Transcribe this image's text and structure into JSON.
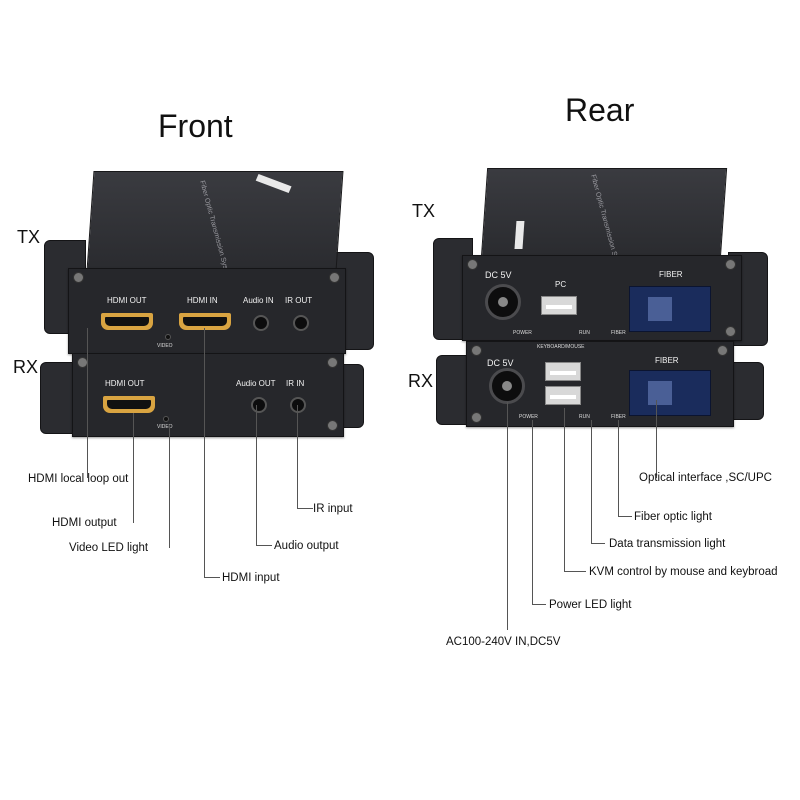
{
  "titles": {
    "front": "Front",
    "rear": "Rear"
  },
  "sides": {
    "front_tx": "TX",
    "front_rx": "RX",
    "rear_tx": "TX",
    "rear_rx": "RX"
  },
  "device_top_text": "Fiber Optic Transmission System",
  "front_labels": {
    "tx_hdmi_out": "HDMI OUT",
    "tx_hdmi_in": "HDMI IN",
    "tx_audio_in": "Audio IN",
    "tx_ir_out": "IR OUT",
    "tx_video": "VIDEO",
    "rx_hdmi_out": "HDMI OUT",
    "rx_audio_out": "Audio OUT",
    "rx_ir_in": "IR IN",
    "rx_video": "VIDEO"
  },
  "rear_labels": {
    "tx_dc": "DC 5V",
    "tx_pc": "PC",
    "tx_fiber": "FIBER",
    "tx_power": "POWER",
    "tx_run": "RUN",
    "tx_fiber_led": "FIBER",
    "rx_dc": "DC 5V",
    "rx_kbm": "KEYBOARD/MOUSE",
    "rx_fiber": "FIBER",
    "rx_power": "POWER",
    "rx_run": "RUN",
    "rx_fiber_led": "FIBER"
  },
  "front_callouts": {
    "hdmi_loop_out": "HDMI local loop out",
    "hdmi_output": "HDMI output",
    "video_led": "Video LED light",
    "hdmi_input": "HDMI input",
    "audio_output": "Audio output",
    "ir_input": "IR input"
  },
  "rear_callouts": {
    "optical_interface": "Optical interface ,SC/UPC",
    "fiber_optic_light": "Fiber optic light",
    "data_transmission_light": "Data transmission light",
    "kvm_control": "KVM control by mouse and keybroad",
    "power_led": "Power LED light",
    "ac_dc": "AC100-240V IN,DC5V"
  },
  "colors": {
    "body": "#26272b",
    "hdmi_port": "#d9a441",
    "fiber_port": "#1a2c5c",
    "leader_line": "#555555"
  }
}
